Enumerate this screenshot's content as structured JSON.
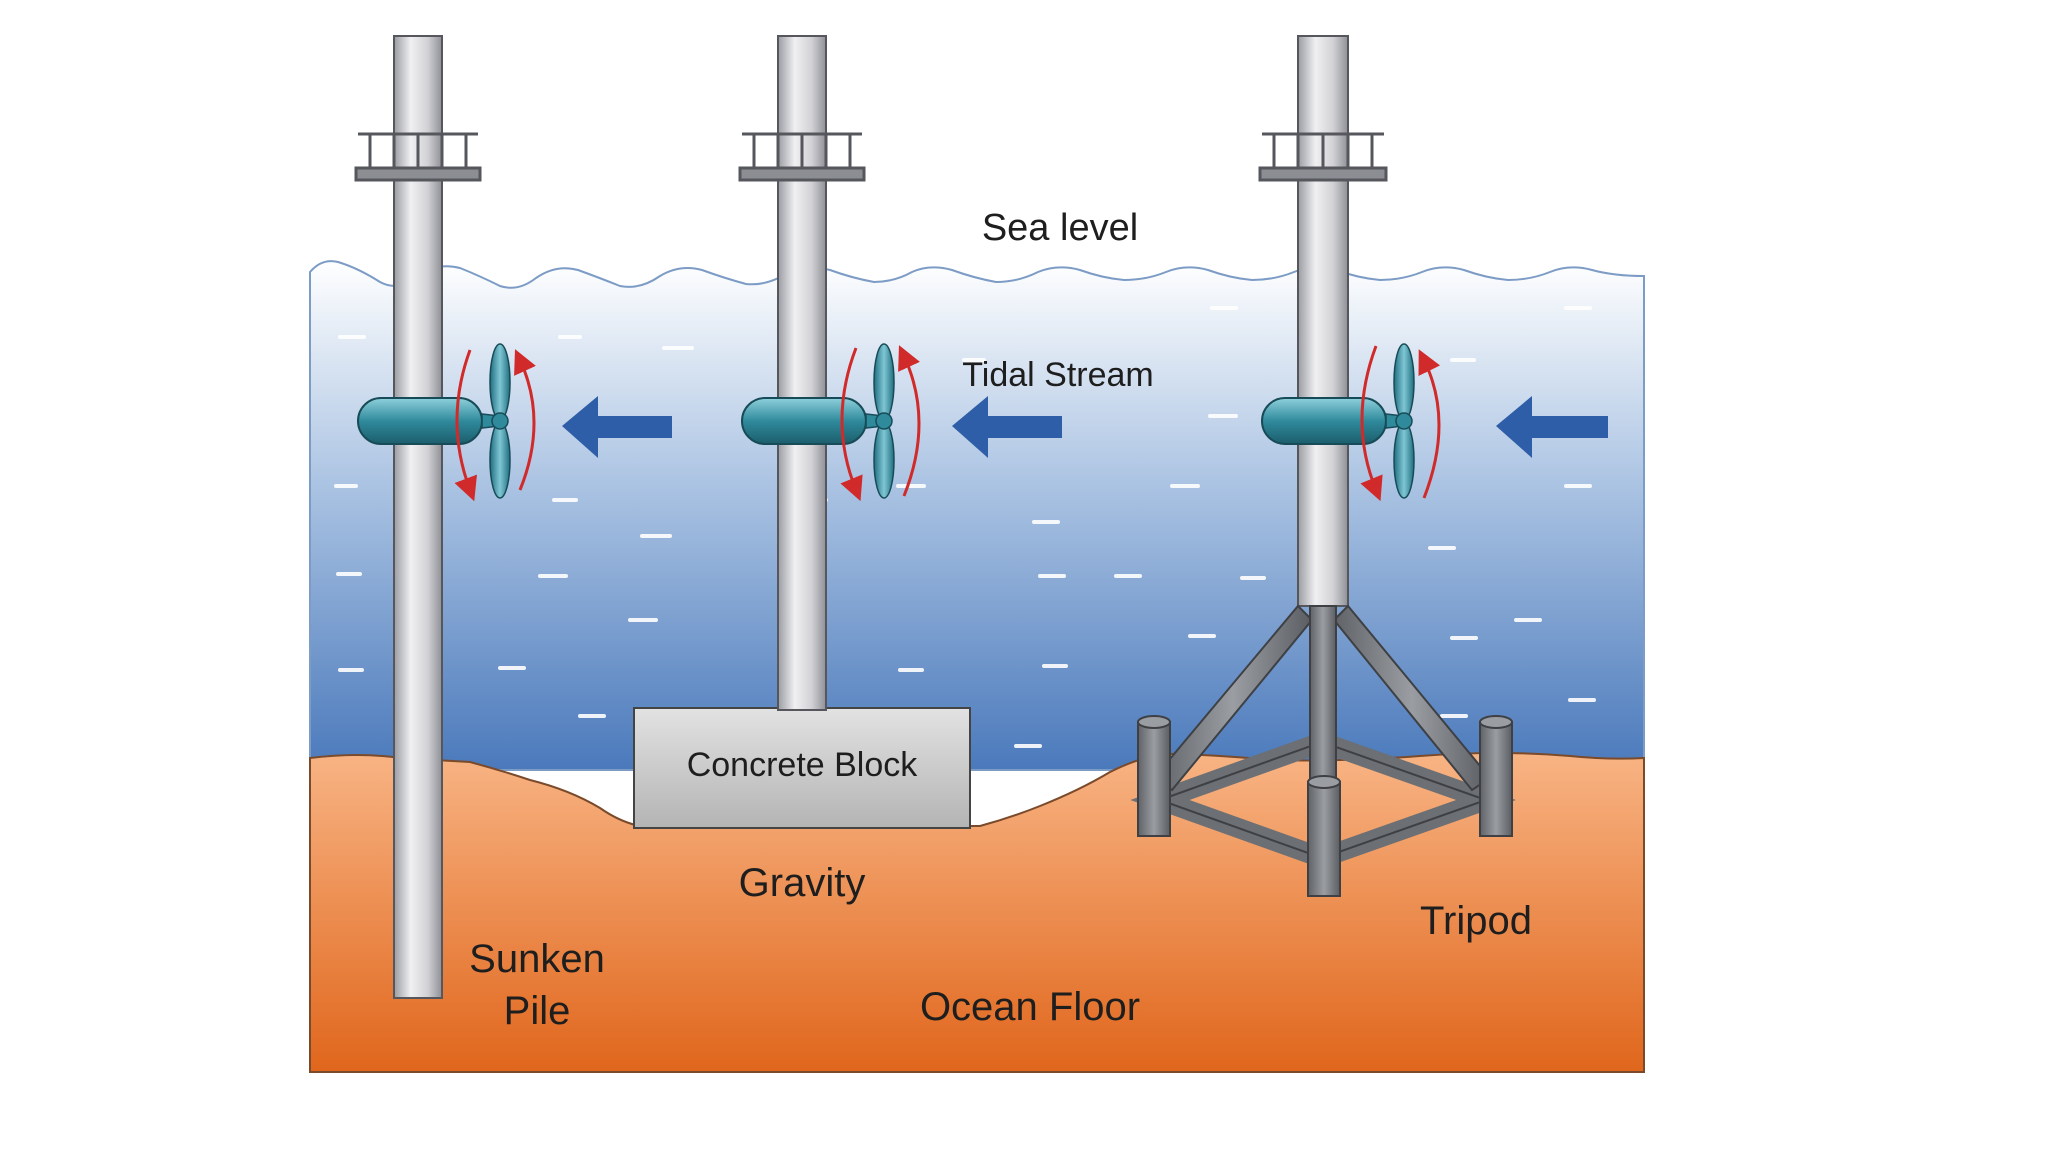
{
  "labels": {
    "sea_level": "Sea level",
    "tidal_stream": "Tidal Stream",
    "concrete_block": "Concrete Block",
    "gravity": "Gravity",
    "sunken": "Sunken",
    "pile": "Pile",
    "ocean_floor": "Ocean Floor",
    "tripod": "Tripod"
  },
  "colors": {
    "water_top": "#ffffff",
    "water_mid": "#a9c2e2",
    "water_bottom": "#4a79bb",
    "floor_top": "#f8b484",
    "floor_bottom": "#e0661c",
    "pile": "#d2d2d6",
    "turbine": "#2f8a9c",
    "flow_arrow": "#2f5ea8",
    "rotation_arrow": "#d12a2a",
    "concrete": "#cfcfcf",
    "tripod_steel": "#7b7e82"
  },
  "icons": {
    "turbine": "tidal-turbine-icon",
    "flow": "arrow-left-icon",
    "rotation": "rotation-arrow-icon"
  }
}
